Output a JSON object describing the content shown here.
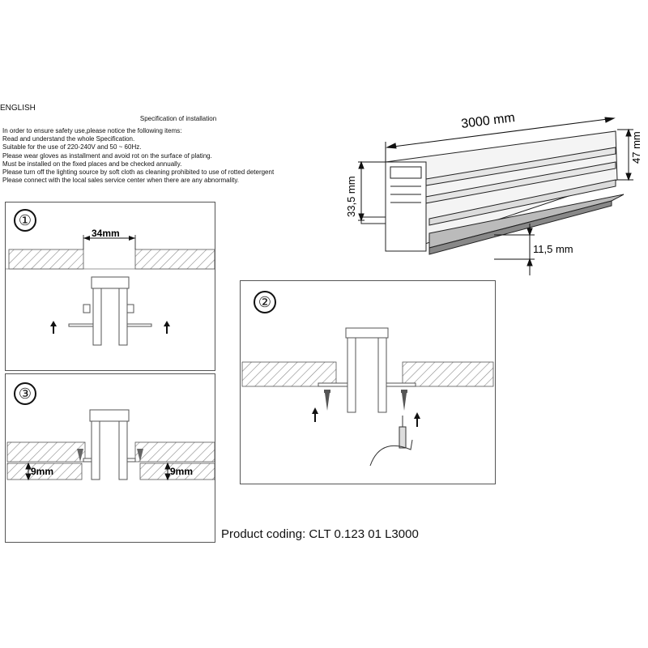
{
  "header": {
    "language": "ENGLISH",
    "spec_title": "Specification of installation",
    "lines": [
      "In order to ensure safety use,please notice the following items:",
      "Read and understand the whole Specification.",
      "Suitable for the use of 220-240V and 50 ~ 60Hz.",
      "Please wear gloves as installment and avoid rot on the surface of plating.",
      "Must be installed on the fixed places and be checked annually.",
      "Please turn off the lighting source by soft cloth as cleaning prohibited to use of rotted detergent",
      "Please connect with the local sales service center when there are any abnormality."
    ]
  },
  "profile": {
    "length": "3000 mm",
    "height": "47 mm",
    "inner_height": "33,5 mm",
    "lip": "11,5 mm"
  },
  "steps": [
    {
      "number": "①",
      "dim": "34mm"
    },
    {
      "number": "②"
    },
    {
      "number": "③",
      "dim_left": "9mm",
      "dim_right": "9mm"
    }
  ],
  "footer": {
    "product_coding": "Product coding: CLT 0.123 01 L3000"
  }
}
